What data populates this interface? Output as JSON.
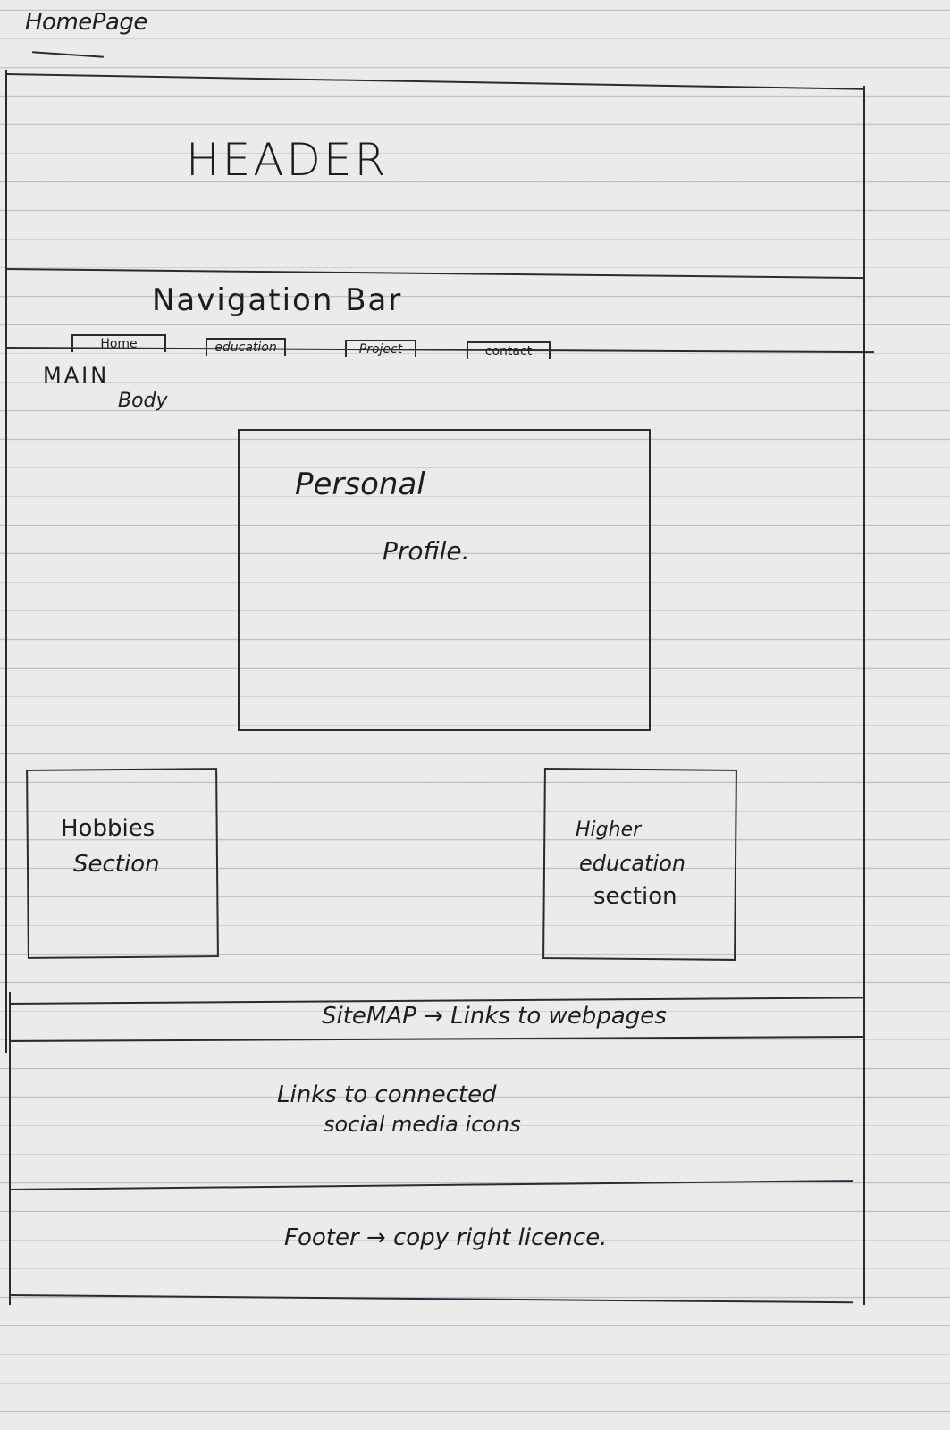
{
  "sketch": {
    "title": "HomePage",
    "header": "HEADER",
    "navigation_bar": "Navigation Bar",
    "nav_buttons": [
      "Home",
      "education",
      "Project",
      "contact"
    ],
    "main_body": [
      "MAIN",
      "Body"
    ],
    "personal_profile": [
      "Personal",
      "Profile."
    ],
    "hobbies_section": [
      "Hobbies",
      "Section"
    ],
    "higher_education_section": [
      "Higher",
      "education",
      "section"
    ],
    "sitemap": "SiteMAP → Links to webpages",
    "social_links": [
      "Links to connected",
      "social media icons"
    ],
    "footer": "Footer → copy right licence."
  },
  "colors": {
    "paper": "#ebebea",
    "ink": "#2a2a30",
    "rule": "#969faf"
  }
}
